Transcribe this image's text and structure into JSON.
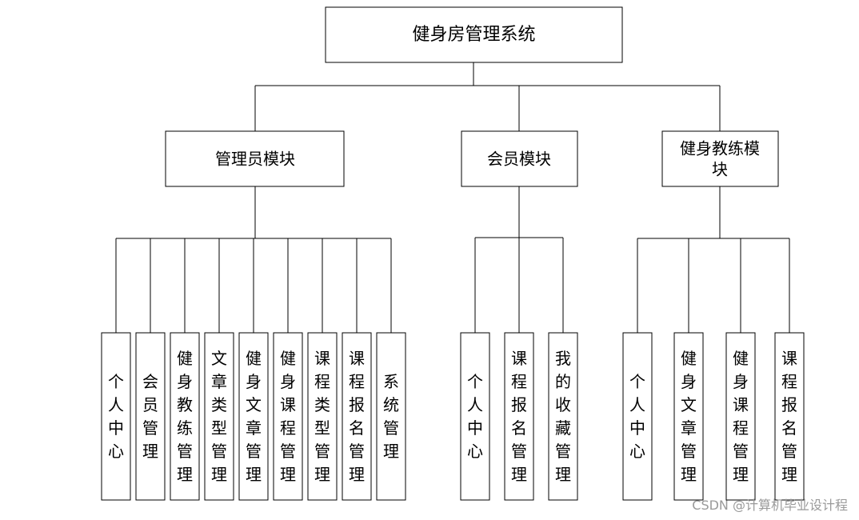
{
  "root": {
    "label": "健身房管理系统"
  },
  "modules": [
    {
      "label": "管理员模块",
      "children": [
        "个人中心",
        "会员管理",
        "健身教练管理",
        "文章类型管理",
        "健身文章管理",
        "健身课程管理",
        "课程类型管理",
        "课程报名管理",
        "系统管理"
      ]
    },
    {
      "label": "会员模块",
      "children": [
        "个人中心",
        "课程报名管理",
        "我的收藏管理"
      ]
    },
    {
      "label": "健身教练模块",
      "label_lines": [
        "健身教练模",
        "块"
      ],
      "children": [
        "个人中心",
        "健身文章管理",
        "健身课程管理",
        "课程报名管理"
      ]
    }
  ],
  "watermark": "CSDN @计算机毕业设计程"
}
